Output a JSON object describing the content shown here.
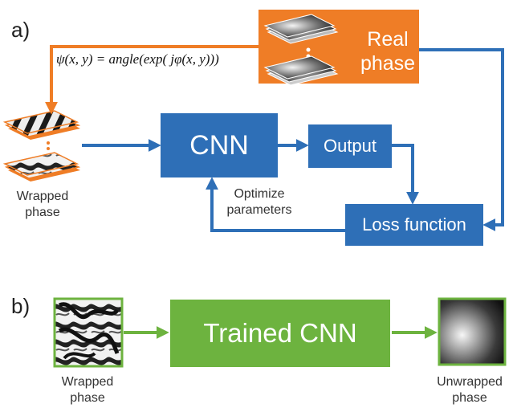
{
  "panel_a": {
    "label": "a)",
    "formula": "ψ(x, y) = angle(exp( jφ(x, y)))",
    "real_phase_line1": "Real",
    "real_phase_line2": "phase",
    "cnn_label": "CNN",
    "output_label": "Output",
    "loss_label": "Loss function",
    "optimize_line1": "Optimize",
    "optimize_line2": "parameters",
    "wrapped_line1": "Wrapped",
    "wrapped_line2": "phase"
  },
  "panel_b": {
    "label": "b)",
    "trained_cnn_label": "Trained CNN",
    "wrapped_line1": "Wrapped",
    "wrapped_line2": "phase",
    "unwrapped_line1": "Unwrapped",
    "unwrapped_line2": "phase"
  },
  "colors": {
    "blue": "#2e6fb7",
    "orange": "#ef7d26",
    "green": "#6db33f"
  }
}
